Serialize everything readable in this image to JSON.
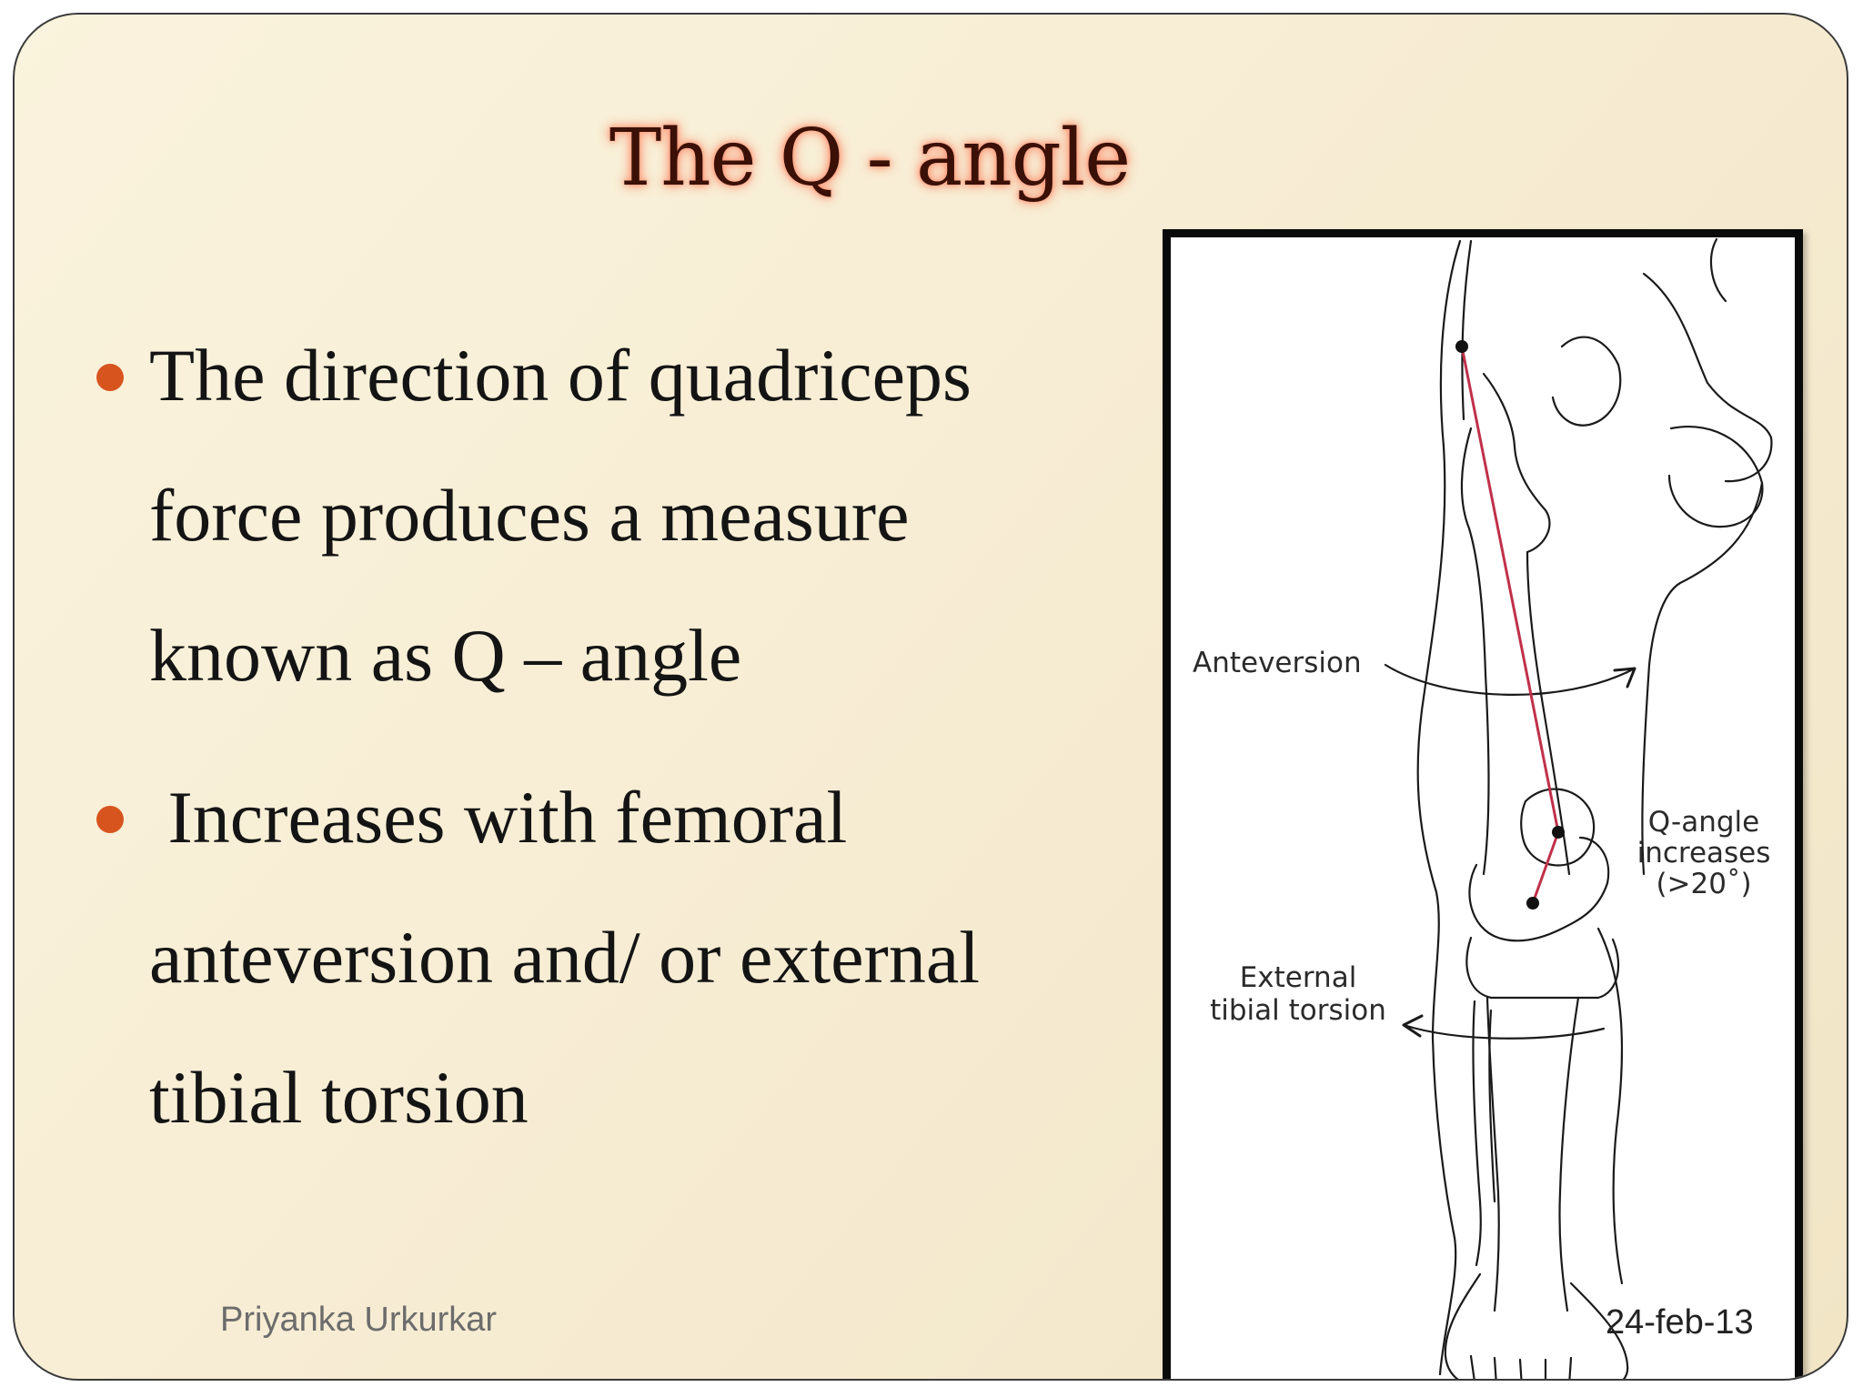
{
  "slide": {
    "title": "The Q - angle",
    "bullets": [
      {
        "lines": [
          "The direction of quadriceps",
          "force produces a measure",
          "known as Q – angle"
        ]
      },
      {
        "lines": [
          " Increases with femoral",
          "anteversion and/ or external",
          "tibial torsion"
        ]
      }
    ],
    "footer": {
      "author": "Priyanka Urkurkar",
      "date": "24-feb-13"
    },
    "figure": {
      "labels": {
        "anteversion": "Anteversion",
        "q_angle_line1": "Q-angle",
        "q_angle_line2": "increases",
        "q_angle_line3": "(>20˚)",
        "ext_line1": "External",
        "ext_line2": "tibial torsion"
      }
    }
  },
  "colors": {
    "bullet": "#d8541e",
    "q_line": "#c0304a",
    "title_glow": "#ff8866"
  }
}
